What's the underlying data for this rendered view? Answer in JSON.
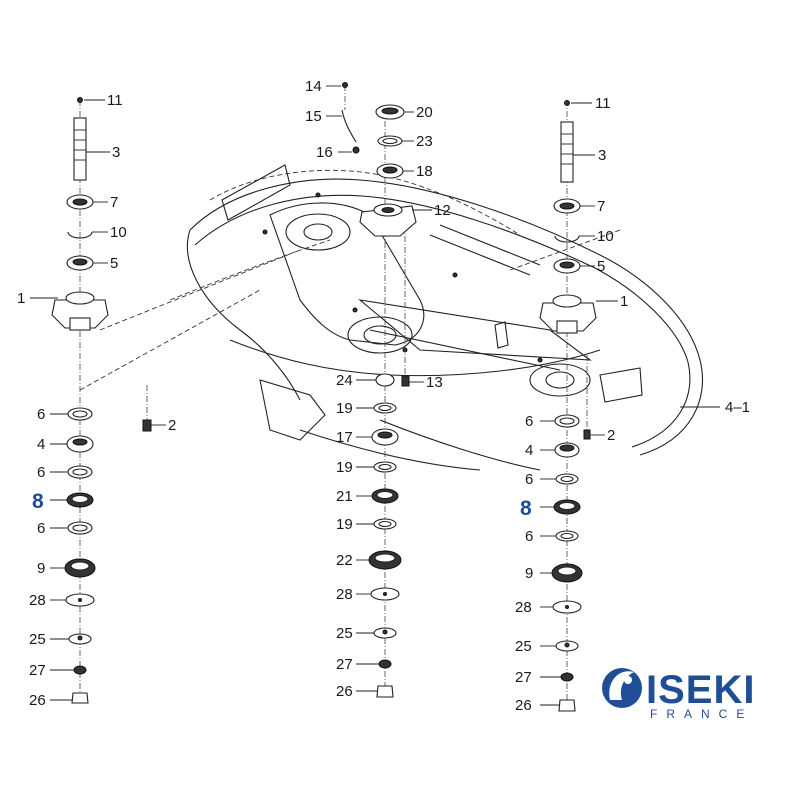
{
  "labels": {
    "l11": "11",
    "l3": "3",
    "l7": "7",
    "l10": "10",
    "l5": "5",
    "l1": "1",
    "l6a": "6",
    "l4": "4",
    "l6b": "6",
    "l8": "8",
    "l6c": "6",
    "l9": "9",
    "l28": "28",
    "l25": "25",
    "l27": "27",
    "l26": "26",
    "l2": "2",
    "c14": "14",
    "c15": "15",
    "c16": "16",
    "c20": "20",
    "c23": "23",
    "c18": "18",
    "c12": "12",
    "c24": "24",
    "c13": "13",
    "c19a": "19",
    "c17": "17",
    "c19b": "19",
    "c21": "21",
    "c19c": "19",
    "c22": "22",
    "c28": "28",
    "c25": "25",
    "c27": "27",
    "c26": "26",
    "r11": "11",
    "r3": "3",
    "r7": "7",
    "r10": "10",
    "r5": "5",
    "r1": "1",
    "r41": "4–1",
    "r6a": "6",
    "r4": "4",
    "r6b": "6",
    "r8": "8",
    "r6c": "6",
    "r9": "9",
    "r28": "28",
    "r25": "25",
    "r27": "27",
    "r26": "26",
    "r2": "2"
  },
  "logo": {
    "name": "ISEKI",
    "sub": "FRANCE"
  },
  "colors": {
    "highlight": "#1f4e96",
    "line": "#222222"
  }
}
